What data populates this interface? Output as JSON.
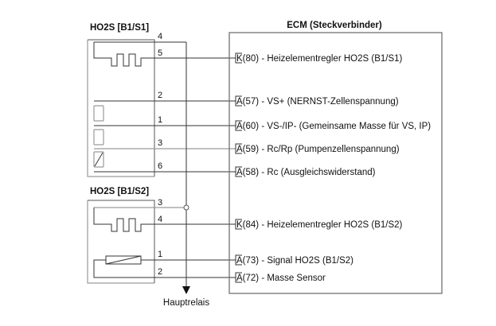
{
  "sensor1": {
    "title": "HO2S [B1/S1]",
    "pins": [
      "4",
      "5",
      "2",
      "1",
      "3",
      "6"
    ]
  },
  "sensor2": {
    "title": "HO2S [B1/S2]",
    "pins": [
      "3",
      "4",
      "1",
      "2"
    ]
  },
  "ecm": {
    "title": "ECM (Steckverbinder)",
    "terminals": [
      {
        "letter": "K",
        "text": "(80) - Heizelementregler HO2S (B1/S1)"
      },
      {
        "letter": "A",
        "text": "(57) - VS+ (NERNST-Zellenspannung)"
      },
      {
        "letter": "A",
        "text": "(60) - VS-/IP- (Gemeinsame Masse für VS, IP)"
      },
      {
        "letter": "A",
        "text": "(59) - Rc/Rp (Pumpenzellenspannung)"
      },
      {
        "letter": "A",
        "text": "(58) - Rc (Ausgleichswiderstand)"
      },
      {
        "letter": "K",
        "text": "(84) - Heizelementregler HO2S (B1/S2)"
      },
      {
        "letter": "A",
        "text": "(73) - Signal HO2S (B1/S2)"
      },
      {
        "letter": "A",
        "text": "(72) - Masse Sensor"
      }
    ]
  },
  "relay": {
    "label": "Hauptrelais"
  }
}
